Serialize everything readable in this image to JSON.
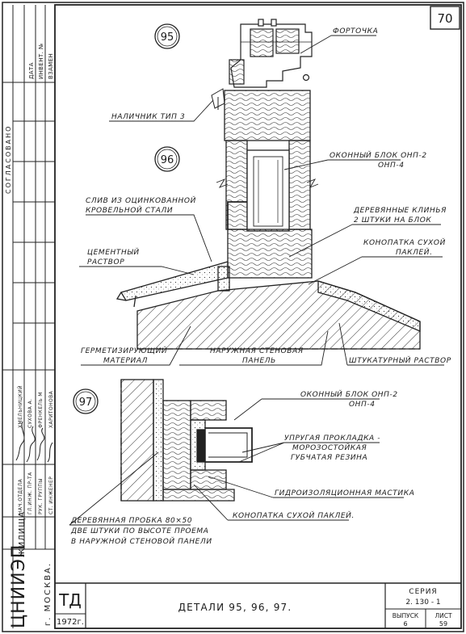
{
  "page_number": "70",
  "details": {
    "d95": "95",
    "d96": "96",
    "d97": "97"
  },
  "labels": {
    "fortochka": "ФОРТОЧКА",
    "nalichnik": "НАЛИЧНИК ТИП 3",
    "okonny_blok_1a": "ОКОННЫЙ БЛОК ОНП-2",
    "okonny_blok_1b": "ОНП-4",
    "sliv_a": "СЛИВ ИЗ ОЦИНКОВАННОЙ",
    "sliv_b": "КРОВЕЛЬНОЙ СТАЛИ",
    "klinya_a": "ДЕРЕВЯННЫЕ КЛИНЬЯ",
    "klinya_b": "2 ШТУКИ НА БЛОК",
    "cement_a": "ЦЕМЕНТНЫЙ",
    "cement_b": "РАСТВОР",
    "konopatka_a": "КОНОПАТКА СУХОЙ",
    "konopatka_b": "ПАКЛЕЙ.",
    "germet_a": "ГЕРМЕТИЗИРУЮЩИЙ",
    "germet_b": "МАТЕРИАЛ",
    "panel_a": "НАРУЖНАЯ СТЕНОВАЯ",
    "panel_b": "ПАНЕЛЬ",
    "shtuk": "ШТУКАТУРНЫЙ РАСТВОР",
    "okonny_blok_2a": "ОКОННЫЙ БЛОК ОНП-2",
    "okonny_blok_2b": "ОНП-4",
    "prokladka_a": "УПРУГАЯ ПРОКЛАДКА -",
    "prokladka_b": "МОРОЗОСТОЙКАЯ",
    "prokladka_c": "ГУБЧАТАЯ РЕЗИНА",
    "mastika": "ГИДРОИЗОЛЯЦИОННАЯ МАСТИКА",
    "konopatka2": "КОНОПАТКА СУХОЙ ПАКЛЕЙ.",
    "probka_a": "ДЕРЕВЯННАЯ ПРОБКА 80×50",
    "probka_b": "ДВЕ ШТУКИ ПО ВЫСОТЕ ПРОЕМА",
    "probka_c": "В НАРУЖНОЙ СТЕНОВОЙ ПАНЕЛИ"
  },
  "side": {
    "data": "ДАТА",
    "invent": "ИНВЕНТ. №",
    "vzamen": "ВЗАМЕН",
    "soglasovano": "СОГЛАСОВАНО",
    "nach_otd": "НАЧ.ОТДЕЛА",
    "gl_inzh": "ГЛ.ИНЖ. ПР-ТА",
    "ruk_gr": "РУК. ГРУППЫ",
    "st_inzh": "СТ. ИНЖЕНЕР",
    "name1": "ХМЕЛЬНИЦКИЙ",
    "name2": "СУХОВА А.",
    "name3": "ФРЕНКЕЛЬ М",
    "name4": "ХАРИТОНОВА",
    "org_a": "ЦНИИЭП",
    "org_b": "ЖИЛИЩА",
    "city": "г. МОСКВА."
  },
  "title_block": {
    "td": "ТД",
    "year": "1972г.",
    "title": "ДЕТАЛИ 95, 96, 97.",
    "seria_label": "СЕРИЯ",
    "seria_value": "2. 130 - 1",
    "vypusk_label": "ВЫПУСК",
    "vypusk_value": "6",
    "list_label": "ЛИСТ",
    "list_value": "59"
  }
}
